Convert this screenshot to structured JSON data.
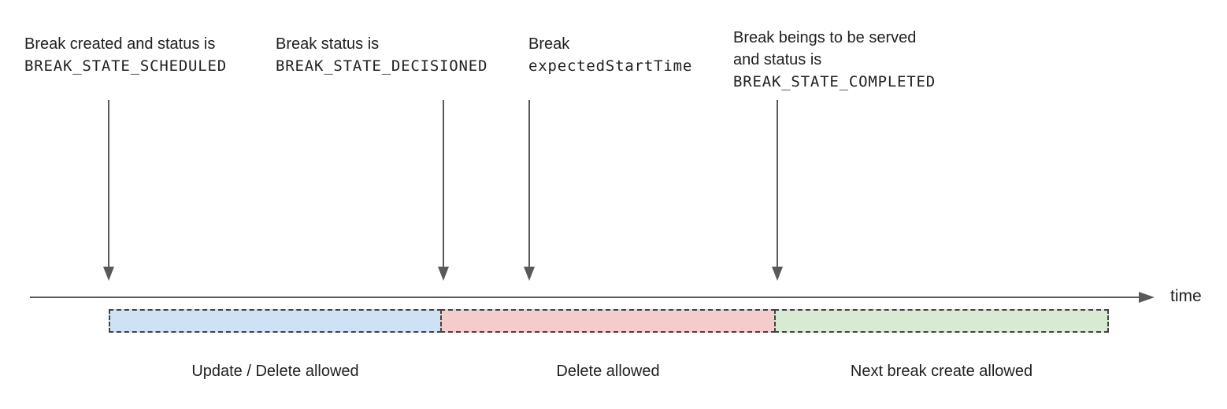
{
  "annotations": [
    {
      "line1": "Break created and status is",
      "line2": "BREAK_STATE_SCHEDULED"
    },
    {
      "line1": "Break status is",
      "line2": "BREAK_STATE_DECISIONED"
    },
    {
      "line1": "Break",
      "line2": "expectedStartTime"
    },
    {
      "line1": "Break beings to be served",
      "line2": "and status is",
      "line3": "BREAK_STATE_COMPLETED"
    }
  ],
  "timeline": {
    "label": "time"
  },
  "segments": [
    {
      "label": "Update / Delete allowed",
      "fill": "#cfe2f3"
    },
    {
      "label": "Delete allowed",
      "fill": "#f4cccc"
    },
    {
      "label": "Next break create allowed",
      "fill": "#d9ead3"
    }
  ],
  "colors": {
    "arrow": "#595959",
    "dashed_border": "#434343",
    "text": "#202124"
  }
}
